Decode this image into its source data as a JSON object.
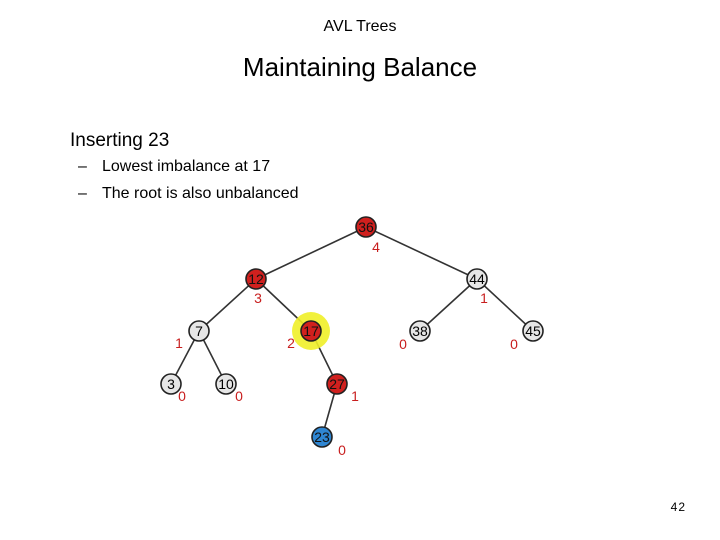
{
  "header": "AVL Trees",
  "title": "Maintaining Balance",
  "bullet": "Inserting 23",
  "subbullets": [
    {
      "dash": "–",
      "text": "Lowest imbalance at 17"
    },
    {
      "dash": "–",
      "text": "The root is also unbalanced"
    }
  ],
  "page_number": "42",
  "colors": {
    "unbalanced": "#d0201e",
    "normal": "#e6e6e6",
    "inserted": "#2f86d2",
    "highlight": "#f0f028",
    "height_red": "#c81e1e",
    "edge": "#333333"
  },
  "tree": {
    "nodes": [
      {
        "id": "n36",
        "key": "36",
        "height": "4",
        "state": "unbalanced"
      },
      {
        "id": "n12",
        "key": "12",
        "height": "3",
        "state": "unbalanced"
      },
      {
        "id": "n44",
        "key": "44",
        "height": "1",
        "state": "normal"
      },
      {
        "id": "n7",
        "key": "7",
        "height": "1",
        "state": "normal"
      },
      {
        "id": "n17",
        "key": "17",
        "height": "2",
        "state": "unbalanced",
        "highlight": true
      },
      {
        "id": "n38",
        "key": "38",
        "height": "0",
        "state": "normal"
      },
      {
        "id": "n45",
        "key": "45",
        "height": "0",
        "state": "normal"
      },
      {
        "id": "n3",
        "key": "3",
        "height": "0",
        "state": "normal"
      },
      {
        "id": "n10",
        "key": "10",
        "height": "0",
        "state": "normal"
      },
      {
        "id": "n27",
        "key": "27",
        "height": "1",
        "state": "unbalanced"
      },
      {
        "id": "n23",
        "key": "23",
        "height": "0",
        "state": "inserted"
      }
    ],
    "edges": [
      [
        "n36",
        "n12"
      ],
      [
        "n36",
        "n44"
      ],
      [
        "n12",
        "n7"
      ],
      [
        "n12",
        "n17"
      ],
      [
        "n44",
        "n38"
      ],
      [
        "n44",
        "n45"
      ],
      [
        "n7",
        "n3"
      ],
      [
        "n7",
        "n10"
      ],
      [
        "n17",
        "n27"
      ],
      [
        "n27",
        "n23"
      ]
    ]
  }
}
